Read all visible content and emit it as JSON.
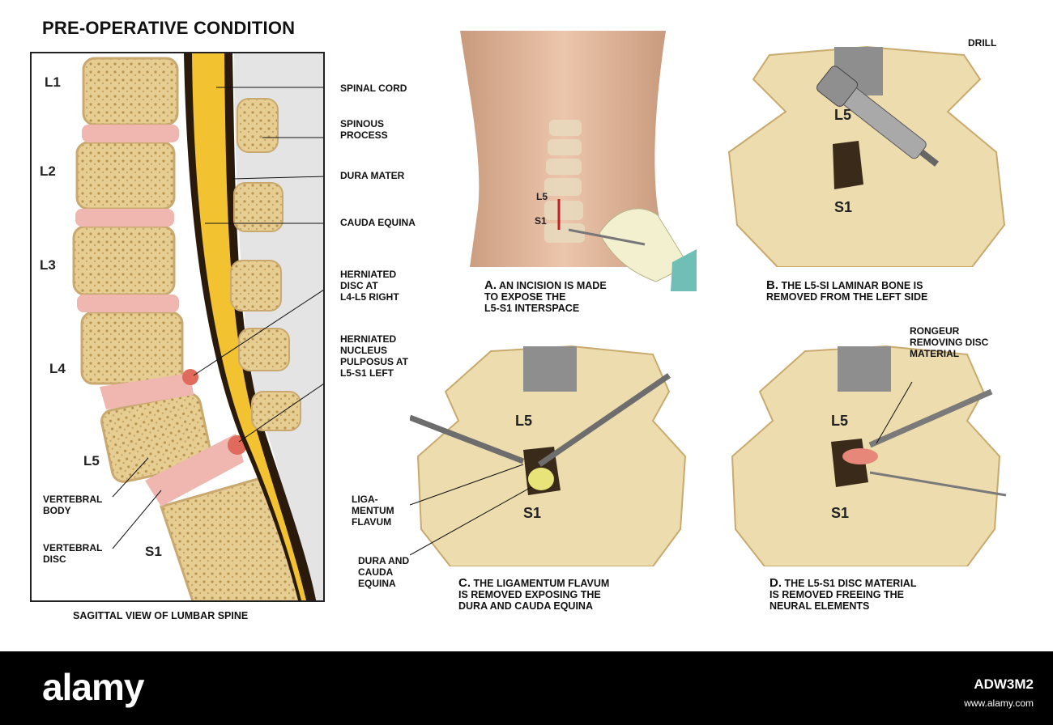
{
  "title": "PRE-OPERATIVE CONDITION",
  "sagittal": {
    "caption": "SAGITTAL VIEW OF LUMBAR SPINE",
    "levels": [
      "L1",
      "L2",
      "L3",
      "L4",
      "L5",
      "S1"
    ],
    "labels": {
      "spinal_cord": "SPINAL CORD",
      "spinous_process": "SPINOUS\nPROCESS",
      "dura_mater": "DURA MATER",
      "cauda_equina": "CAUDA EQUINA",
      "herniated_disc": "HERNIATED\nDISC AT\nL4-L5 RIGHT",
      "herniated_nucleus": "HERNIATED\nNUCLEUS\nPULPOSUS AT\nL5-S1 LEFT",
      "vertebral_body": "VERTEBRAL\nBODY",
      "vertebral_disc": "VERTEBRAL\nDISC"
    }
  },
  "panel_a": {
    "letter": "A.",
    "caption": "AN INCISION IS MADE\nTO EXPOSE THE\nL5-S1 INTERSPACE",
    "l5": "L5",
    "s1": "S1"
  },
  "panel_b": {
    "letter": "B.",
    "caption": "THE L5-SI LAMINAR BONE IS\nREMOVED FROM THE LEFT SIDE",
    "tool": "DRILL",
    "l5": "L5",
    "s1": "S1"
  },
  "panel_c": {
    "letter": "C.",
    "caption": "THE LIGAMENTUM FLAVUM\nIS REMOVED EXPOSING THE\nDURA AND CAUDA EQUINA",
    "ligamentum": "LIGA-\nMENTUM\nFLAVUM",
    "dura": "DURA AND\nCAUDA\nEQUINA",
    "l5": "L5",
    "s1": "S1"
  },
  "panel_d": {
    "letter": "D.",
    "caption": "THE L5-S1 DISC MATERIAL\nIS REMOVED FREEING THE\nNEURAL ELEMENTS",
    "tool": "RONGEUR\nREMOVING DISC\nMATERIAL",
    "l5": "L5",
    "s1": "S1"
  },
  "footer": {
    "brand": "alamy",
    "image_id": "ADW3M2",
    "side_text": "www.alamy.com"
  },
  "colors": {
    "bone": "#e9d7a8",
    "disc": "#f0b6b0",
    "cord": "#f2c230",
    "skin": "#e8c0a6"
  }
}
